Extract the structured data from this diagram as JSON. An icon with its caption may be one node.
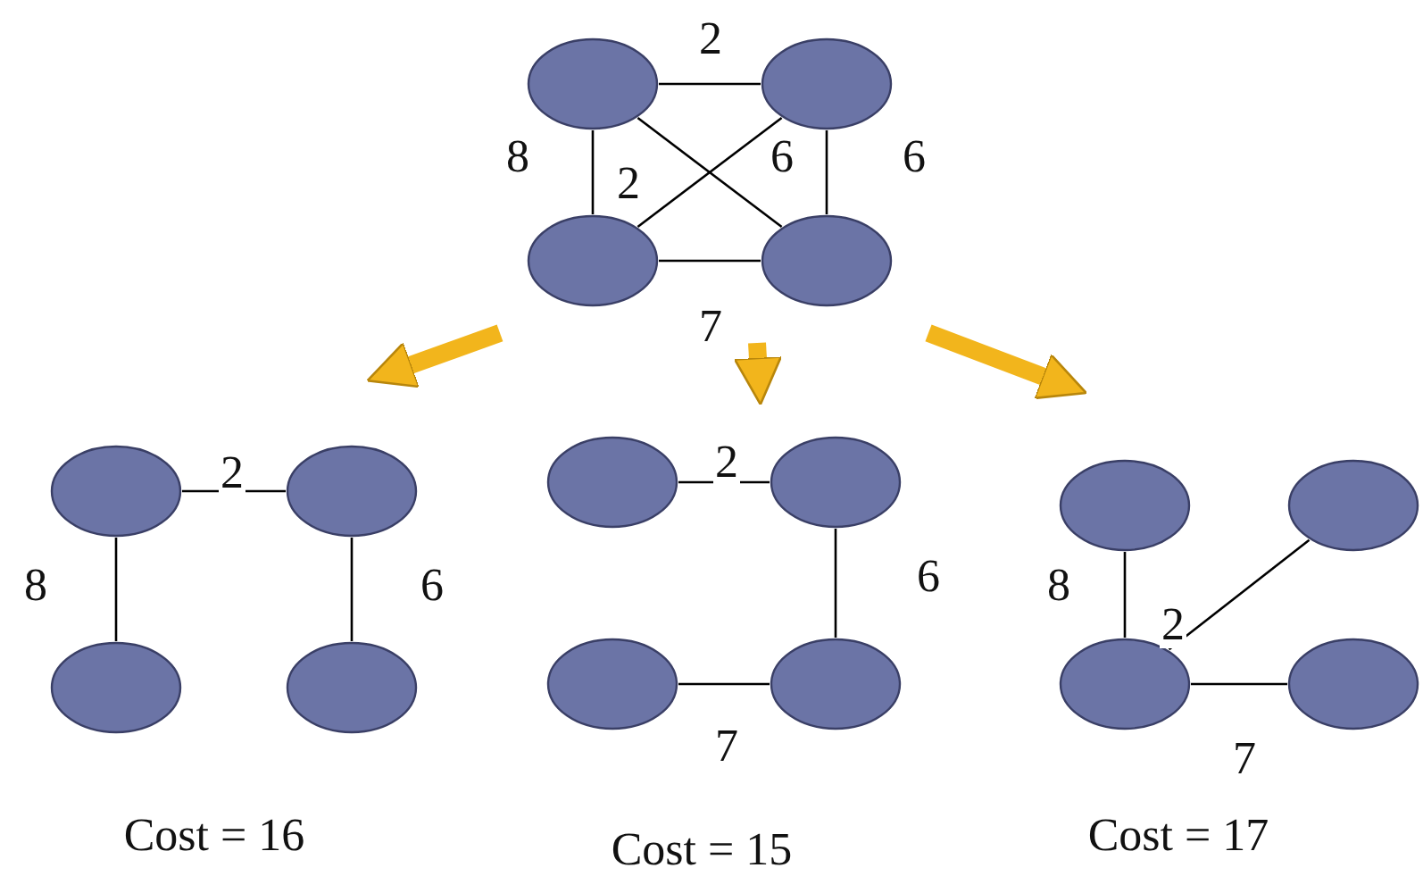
{
  "diagram": {
    "nodes": [
      {
        "text": [],
        "shape": "group"
      },
      {
        "text": [],
        "shape": "ellipse",
        "in": 0
      },
      {
        "text": [],
        "shape": "ellipse",
        "in": 0
      },
      {
        "text": [],
        "shape": "ellipse",
        "in": 0
      },
      {
        "text": [],
        "shape": "ellipse",
        "in": 0
      },
      {
        "text": [],
        "shape": "group"
      },
      {
        "text": [],
        "shape": "ellipse",
        "in": 5
      },
      {
        "text": [],
        "shape": "ellipse",
        "in": 5
      },
      {
        "text": [],
        "shape": "ellipse",
        "in": 5
      },
      {
        "text": [],
        "shape": "ellipse",
        "in": 5
      },
      {
        "text": [],
        "shape": "group"
      },
      {
        "text": [],
        "shape": "ellipse",
        "in": 10
      },
      {
        "text": [],
        "shape": "ellipse",
        "in": 10
      },
      {
        "text": [],
        "shape": "ellipse",
        "in": 10
      },
      {
        "text": [],
        "shape": "ellipse",
        "in": 10
      },
      {
        "text": [],
        "shape": "group"
      },
      {
        "text": [],
        "shape": "ellipse",
        "in": 15
      },
      {
        "text": [],
        "shape": "ellipse",
        "in": 15
      },
      {
        "text": [],
        "shape": "ellipse",
        "in": 15
      },
      {
        "text": [],
        "shape": "ellipse",
        "in": 15
      }
    ],
    "edges": [
      {
        "from": 1,
        "to": 2,
        "arrow": "none",
        "label": "2"
      },
      {
        "from": 1,
        "to": 3,
        "arrow": "none",
        "label": "8"
      },
      {
        "from": 2,
        "to": 4,
        "arrow": "none",
        "label": "6"
      },
      {
        "from": 3,
        "to": 4,
        "arrow": "none",
        "label": "7"
      },
      {
        "from": 3,
        "to": 2,
        "arrow": "none",
        "label": "2"
      },
      {
        "from": 1,
        "to": 4,
        "arrow": "none",
        "label": "6"
      },
      {
        "from": 6,
        "to": 7,
        "arrow": "none",
        "label": "2"
      },
      {
        "from": 6,
        "to": 8,
        "arrow": "none",
        "label": "8"
      },
      {
        "from": 7,
        "to": 9,
        "arrow": "none",
        "label": "6"
      },
      {
        "from": 11,
        "to": 12,
        "arrow": "none",
        "label": "2"
      },
      {
        "from": 12,
        "to": 14,
        "arrow": "none",
        "label": "6"
      },
      {
        "from": 13,
        "to": 14,
        "arrow": "none",
        "label": "7"
      },
      {
        "from": 16,
        "to": 18,
        "arrow": "none",
        "label": "8"
      },
      {
        "from": 18,
        "to": 17,
        "arrow": "none",
        "label": "2"
      },
      {
        "from": 18,
        "to": 19,
        "arrow": "none",
        "label": "7"
      },
      {
        "from": 0,
        "to": 5,
        "arrow": "to",
        "style": "thick",
        "color": "#f2b51c"
      },
      {
        "from": 0,
        "to": 10,
        "arrow": "to",
        "style": "thick",
        "color": "#f2b51c"
      },
      {
        "from": 0,
        "to": 15,
        "arrow": "to",
        "style": "thick",
        "color": "#f2b51c"
      }
    ],
    "labels": [
      "Cost = 16",
      "Cost = 15",
      "Cost = 17"
    ]
  }
}
